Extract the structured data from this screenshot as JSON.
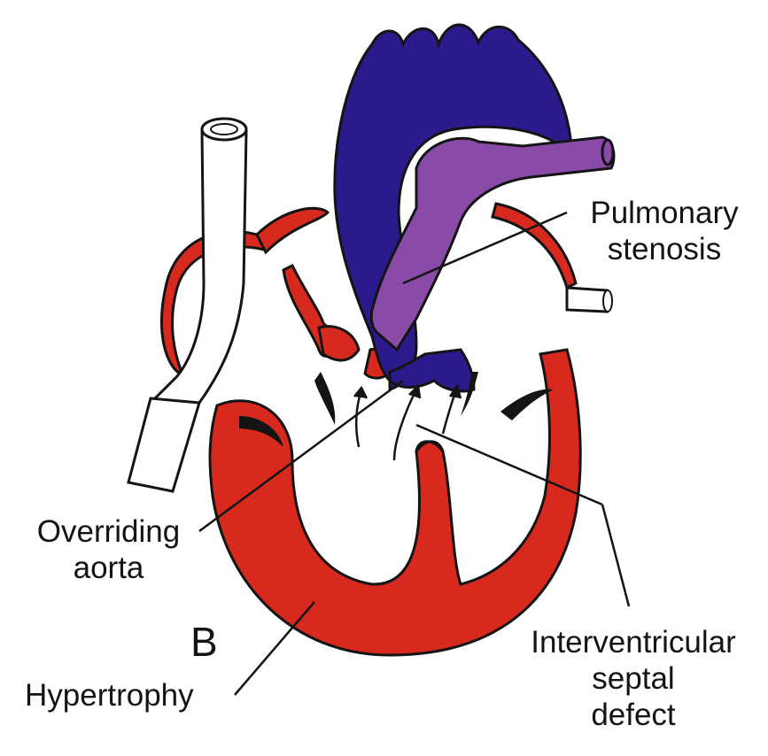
{
  "figure": {
    "panel_letter": "B",
    "colors": {
      "deoxygenated_blue": "#2b1a8c",
      "pulmonary_purple": "#8a4aa8",
      "muscle_red": "#d8291f",
      "outline": "#141414",
      "background": "#ffffff"
    },
    "labels": {
      "pulmonary_stenosis": {
        "line1": "Pulmonary",
        "line2": "stenosis"
      },
      "overriding_aorta": {
        "line1": "Overriding",
        "line2": "aorta"
      },
      "interventricular_septal_defect": {
        "line1": "Interventricular",
        "line2": "septal",
        "line3": "defect"
      },
      "hypertrophy": {
        "line1": "Hypertrophy"
      }
    }
  }
}
